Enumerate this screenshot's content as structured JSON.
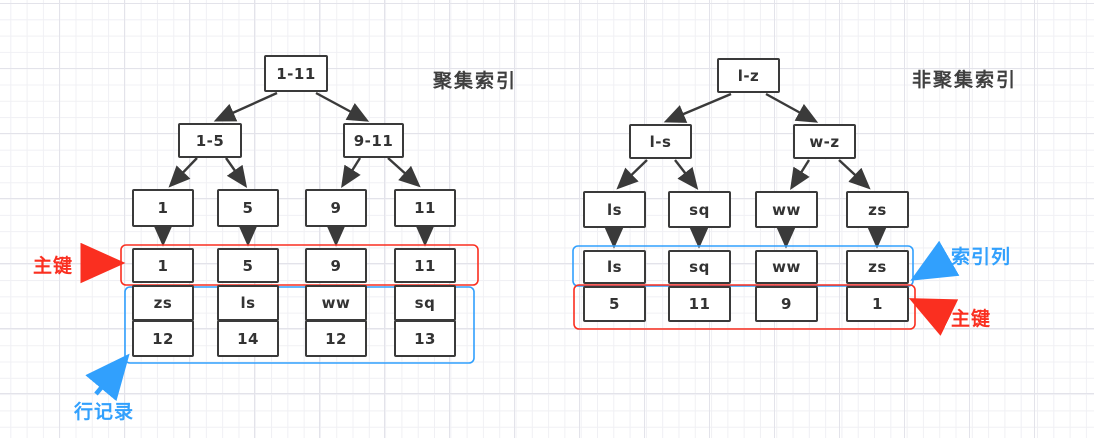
{
  "colors": {
    "red": "#fa2f20",
    "blue": "#31a0fd",
    "node_border": "#3a3a3a",
    "text": "#333333",
    "title_text": "#3f3f3f"
  },
  "left_diagram": {
    "title": "聚集索引",
    "tree": {
      "root": "1-11",
      "level2": [
        "1-5",
        "9-11"
      ],
      "leaves": [
        "1",
        "5",
        "9",
        "11"
      ]
    },
    "record_rows": [
      [
        "1",
        "5",
        "9",
        "11"
      ],
      [
        "zs",
        "ls",
        "ww",
        "sq"
      ],
      [
        "12",
        "14",
        "12",
        "13"
      ]
    ],
    "labels": {
      "primary_key": "主键",
      "row_record": "行记录"
    }
  },
  "right_diagram": {
    "title": "非聚集索引",
    "tree": {
      "root": "l-z",
      "level2": [
        "l-s",
        "w-z"
      ],
      "leaves": [
        "ls",
        "sq",
        "ww",
        "zs"
      ]
    },
    "record_rows": [
      [
        "ls",
        "sq",
        "ww",
        "zs"
      ],
      [
        "5",
        "11",
        "9",
        "1"
      ]
    ],
    "labels": {
      "index_column": "索引列",
      "primary_key": "主键"
    }
  }
}
